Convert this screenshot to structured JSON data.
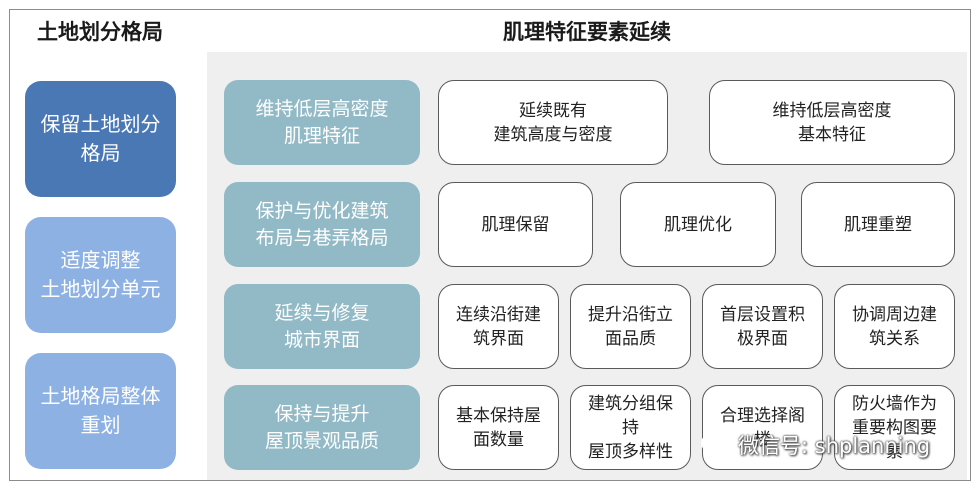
{
  "left_heading": "土地划分格局",
  "right_heading": "肌理特征要素延续",
  "left_boxes": [
    {
      "text": "保留土地划分\n格局",
      "color": "#4a78b5"
    },
    {
      "text": "适度调整\n土地划分单元",
      "color": "#8db1e3"
    },
    {
      "text": "土地格局整体\n重划",
      "color": "#8db1e3"
    }
  ],
  "rows": [
    {
      "label": "维持低层高密度\n肌理特征",
      "items": [
        "延续既有\n建筑高度与密度",
        "维持低层高密度\n基本特征"
      ]
    },
    {
      "label": "保护与优化建筑\n布局与巷弄格局",
      "items": [
        "肌理保留",
        "肌理优化",
        "肌理重塑"
      ]
    },
    {
      "label": "延续与修复\n城市界面",
      "items": [
        "连续沿街建\n筑界面",
        "提升沿街立\n面品质",
        "首层设置积\n极界面",
        "协调周边建\n筑关系"
      ]
    },
    {
      "label": "保持与提升\n屋顶景观品质",
      "items": [
        "基本保持屋\n面数量",
        "建筑分组保持\n屋顶多样性",
        "合理选择阁\n楼",
        "防火墙作为\n重要构图要素"
      ]
    }
  ],
  "watermark": "微信号: shplanning",
  "colors": {
    "panel": "#efefef",
    "row_label": "#92b9c6",
    "border": "#5a5a5a"
  }
}
